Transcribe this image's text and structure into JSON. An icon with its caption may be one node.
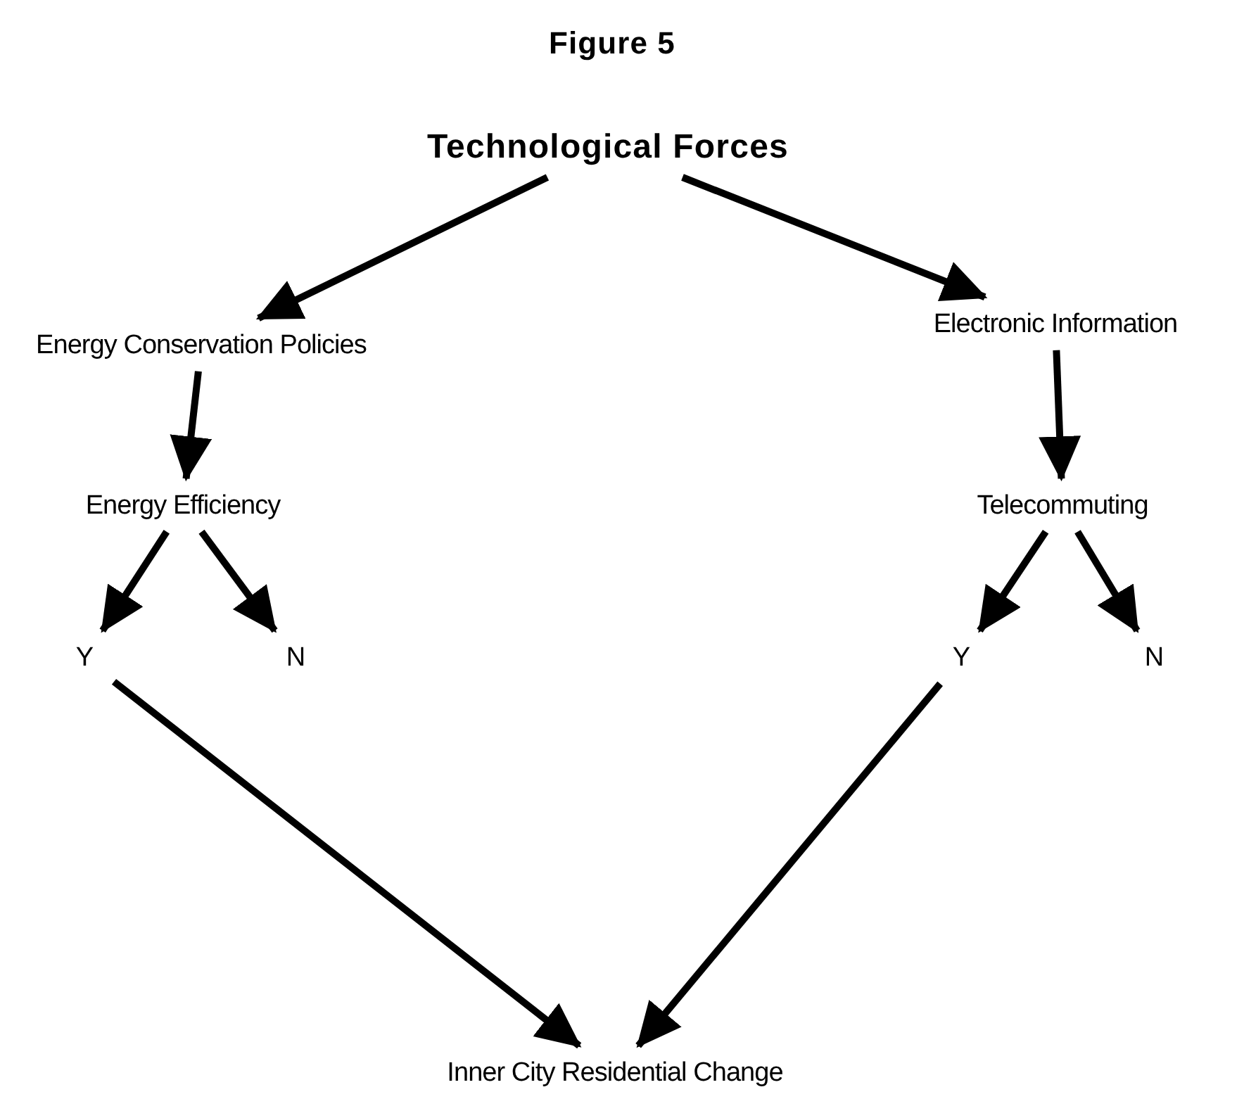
{
  "diagram": {
    "title": "Figure 5",
    "nodes": [
      {
        "text": [
          "Technological Forces"
        ]
      },
      {
        "text": [
          "Energy Conservation Policies"
        ]
      },
      {
        "text": [
          "Electronic Information"
        ]
      },
      {
        "text": [
          "Energy Efficiency"
        ]
      },
      {
        "text": [
          "Telecommuting"
        ]
      },
      {
        "text": [
          "Y"
        ]
      },
      {
        "text": [
          "N"
        ]
      },
      {
        "text": [
          "Y"
        ]
      },
      {
        "text": [
          "N"
        ]
      },
      {
        "text": [
          "Inner City Residential Change"
        ]
      }
    ],
    "edges": [
      {
        "from": 0,
        "to": 1,
        "arrow": "to"
      },
      {
        "from": 0,
        "to": 2,
        "arrow": "to"
      },
      {
        "from": 1,
        "to": 3,
        "arrow": "to"
      },
      {
        "from": 2,
        "to": 4,
        "arrow": "to"
      },
      {
        "from": 3,
        "to": 5,
        "arrow": "to"
      },
      {
        "from": 3,
        "to": 6,
        "arrow": "to"
      },
      {
        "from": 4,
        "to": 7,
        "arrow": "to"
      },
      {
        "from": 4,
        "to": 8,
        "arrow": "to"
      },
      {
        "from": 5,
        "to": 9,
        "arrow": "to"
      },
      {
        "from": 7,
        "to": 9,
        "arrow": "to"
      }
    ]
  }
}
